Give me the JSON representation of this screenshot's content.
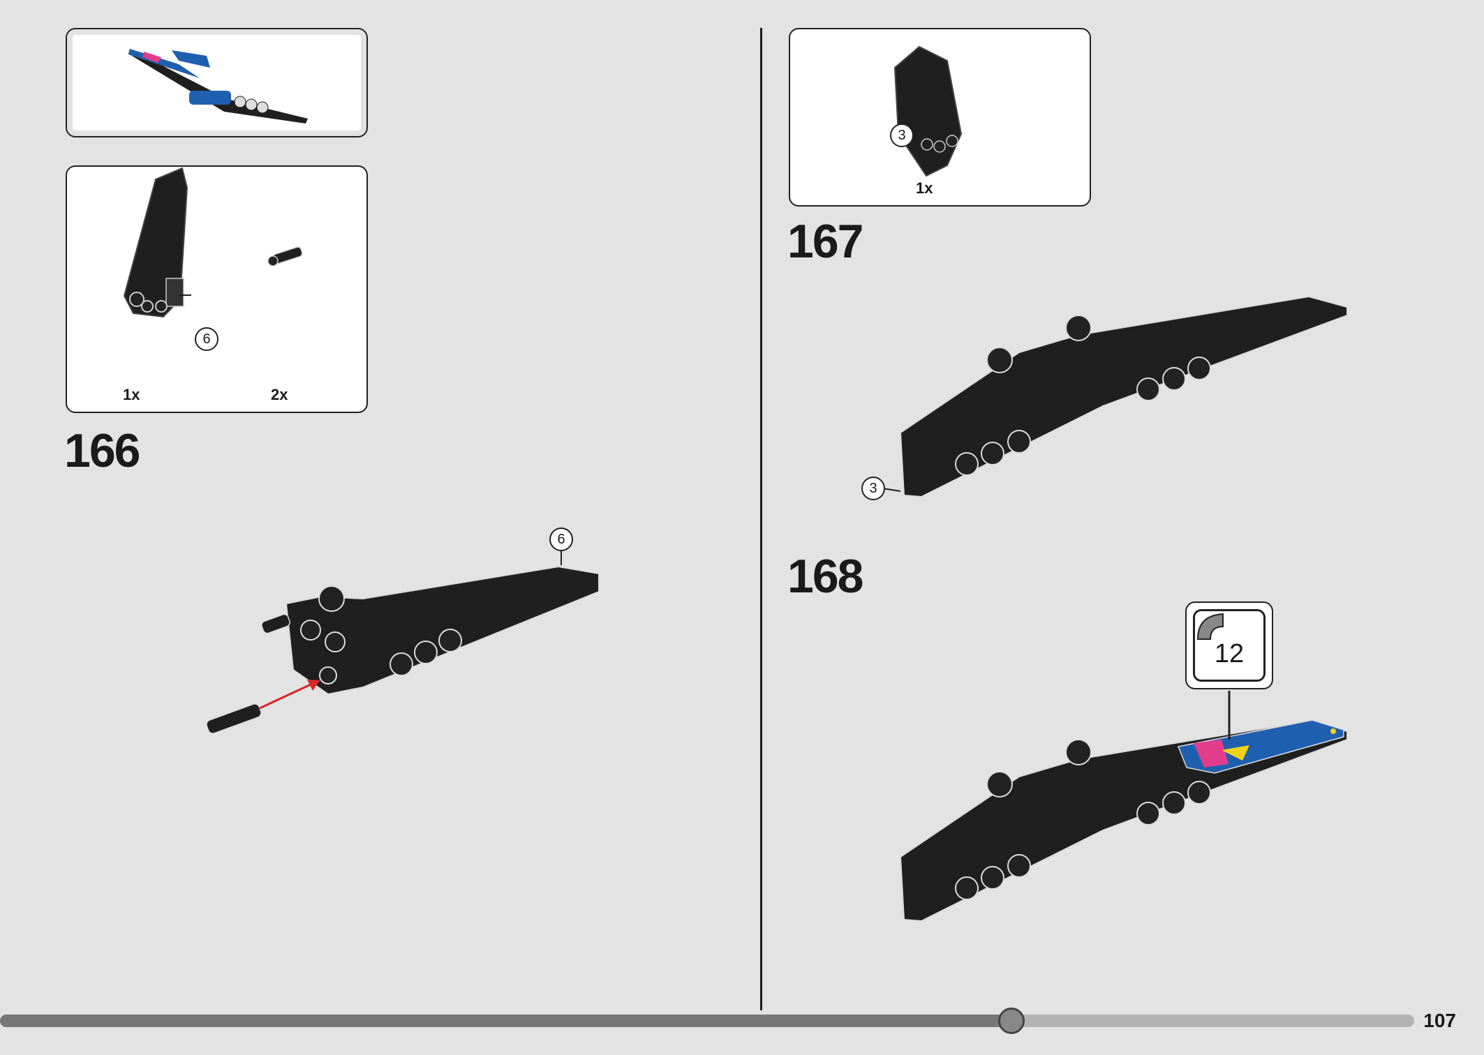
{
  "page": {
    "number": "107"
  },
  "progress": {
    "fraction": 0.715
  },
  "steps": [
    {
      "number": "166",
      "parts": [
        {
          "qty": "1x"
        },
        {
          "qty": "2x"
        }
      ],
      "callouts": [
        "6",
        "6"
      ]
    },
    {
      "number": "167",
      "parts": [
        {
          "qty": "1x"
        }
      ],
      "callouts": [
        "3",
        "3"
      ]
    },
    {
      "number": "168",
      "sticker": "12"
    }
  ],
  "colors": {
    "part": "#1f1f1f",
    "arrow": "#d9262b",
    "sticker_blue": "#1f5fb0",
    "sticker_pink": "#e23c8c",
    "sticker_yellow": "#f3d21b"
  }
}
